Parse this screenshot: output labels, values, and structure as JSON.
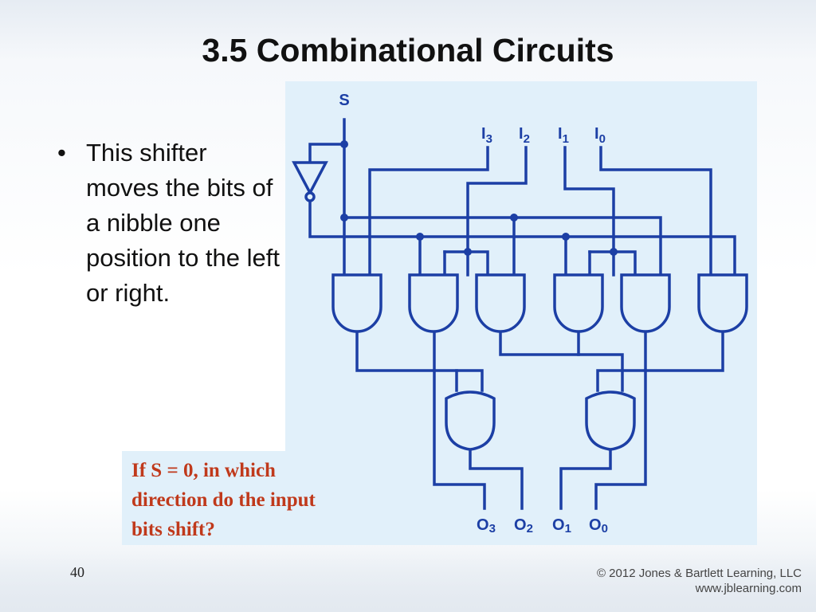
{
  "slide": {
    "title": "3.5 Combinational Circuits",
    "bullets": [
      {
        "marker": "•",
        "text": "This shifter moves the bits of a nibble one position to the left or right."
      }
    ],
    "question": "If S = 0, in which direction do the input bits shift?",
    "page_number": "40",
    "copyright_line1": "© 2012 Jones & Bartlett Learning, LLC",
    "copyright_line2": "www.jblearning.com"
  },
  "diagram": {
    "select_label": "S",
    "inputs": [
      {
        "letter": "I",
        "sub": "3"
      },
      {
        "letter": "I",
        "sub": "2"
      },
      {
        "letter": "I",
        "sub": "1"
      },
      {
        "letter": "I",
        "sub": "0"
      }
    ],
    "outputs": [
      {
        "letter": "O",
        "sub": "3"
      },
      {
        "letter": "O",
        "sub": "2"
      },
      {
        "letter": "O",
        "sub": "1"
      },
      {
        "letter": "O",
        "sub": "0"
      }
    ],
    "wire_color": "#1c3fa5"
  }
}
